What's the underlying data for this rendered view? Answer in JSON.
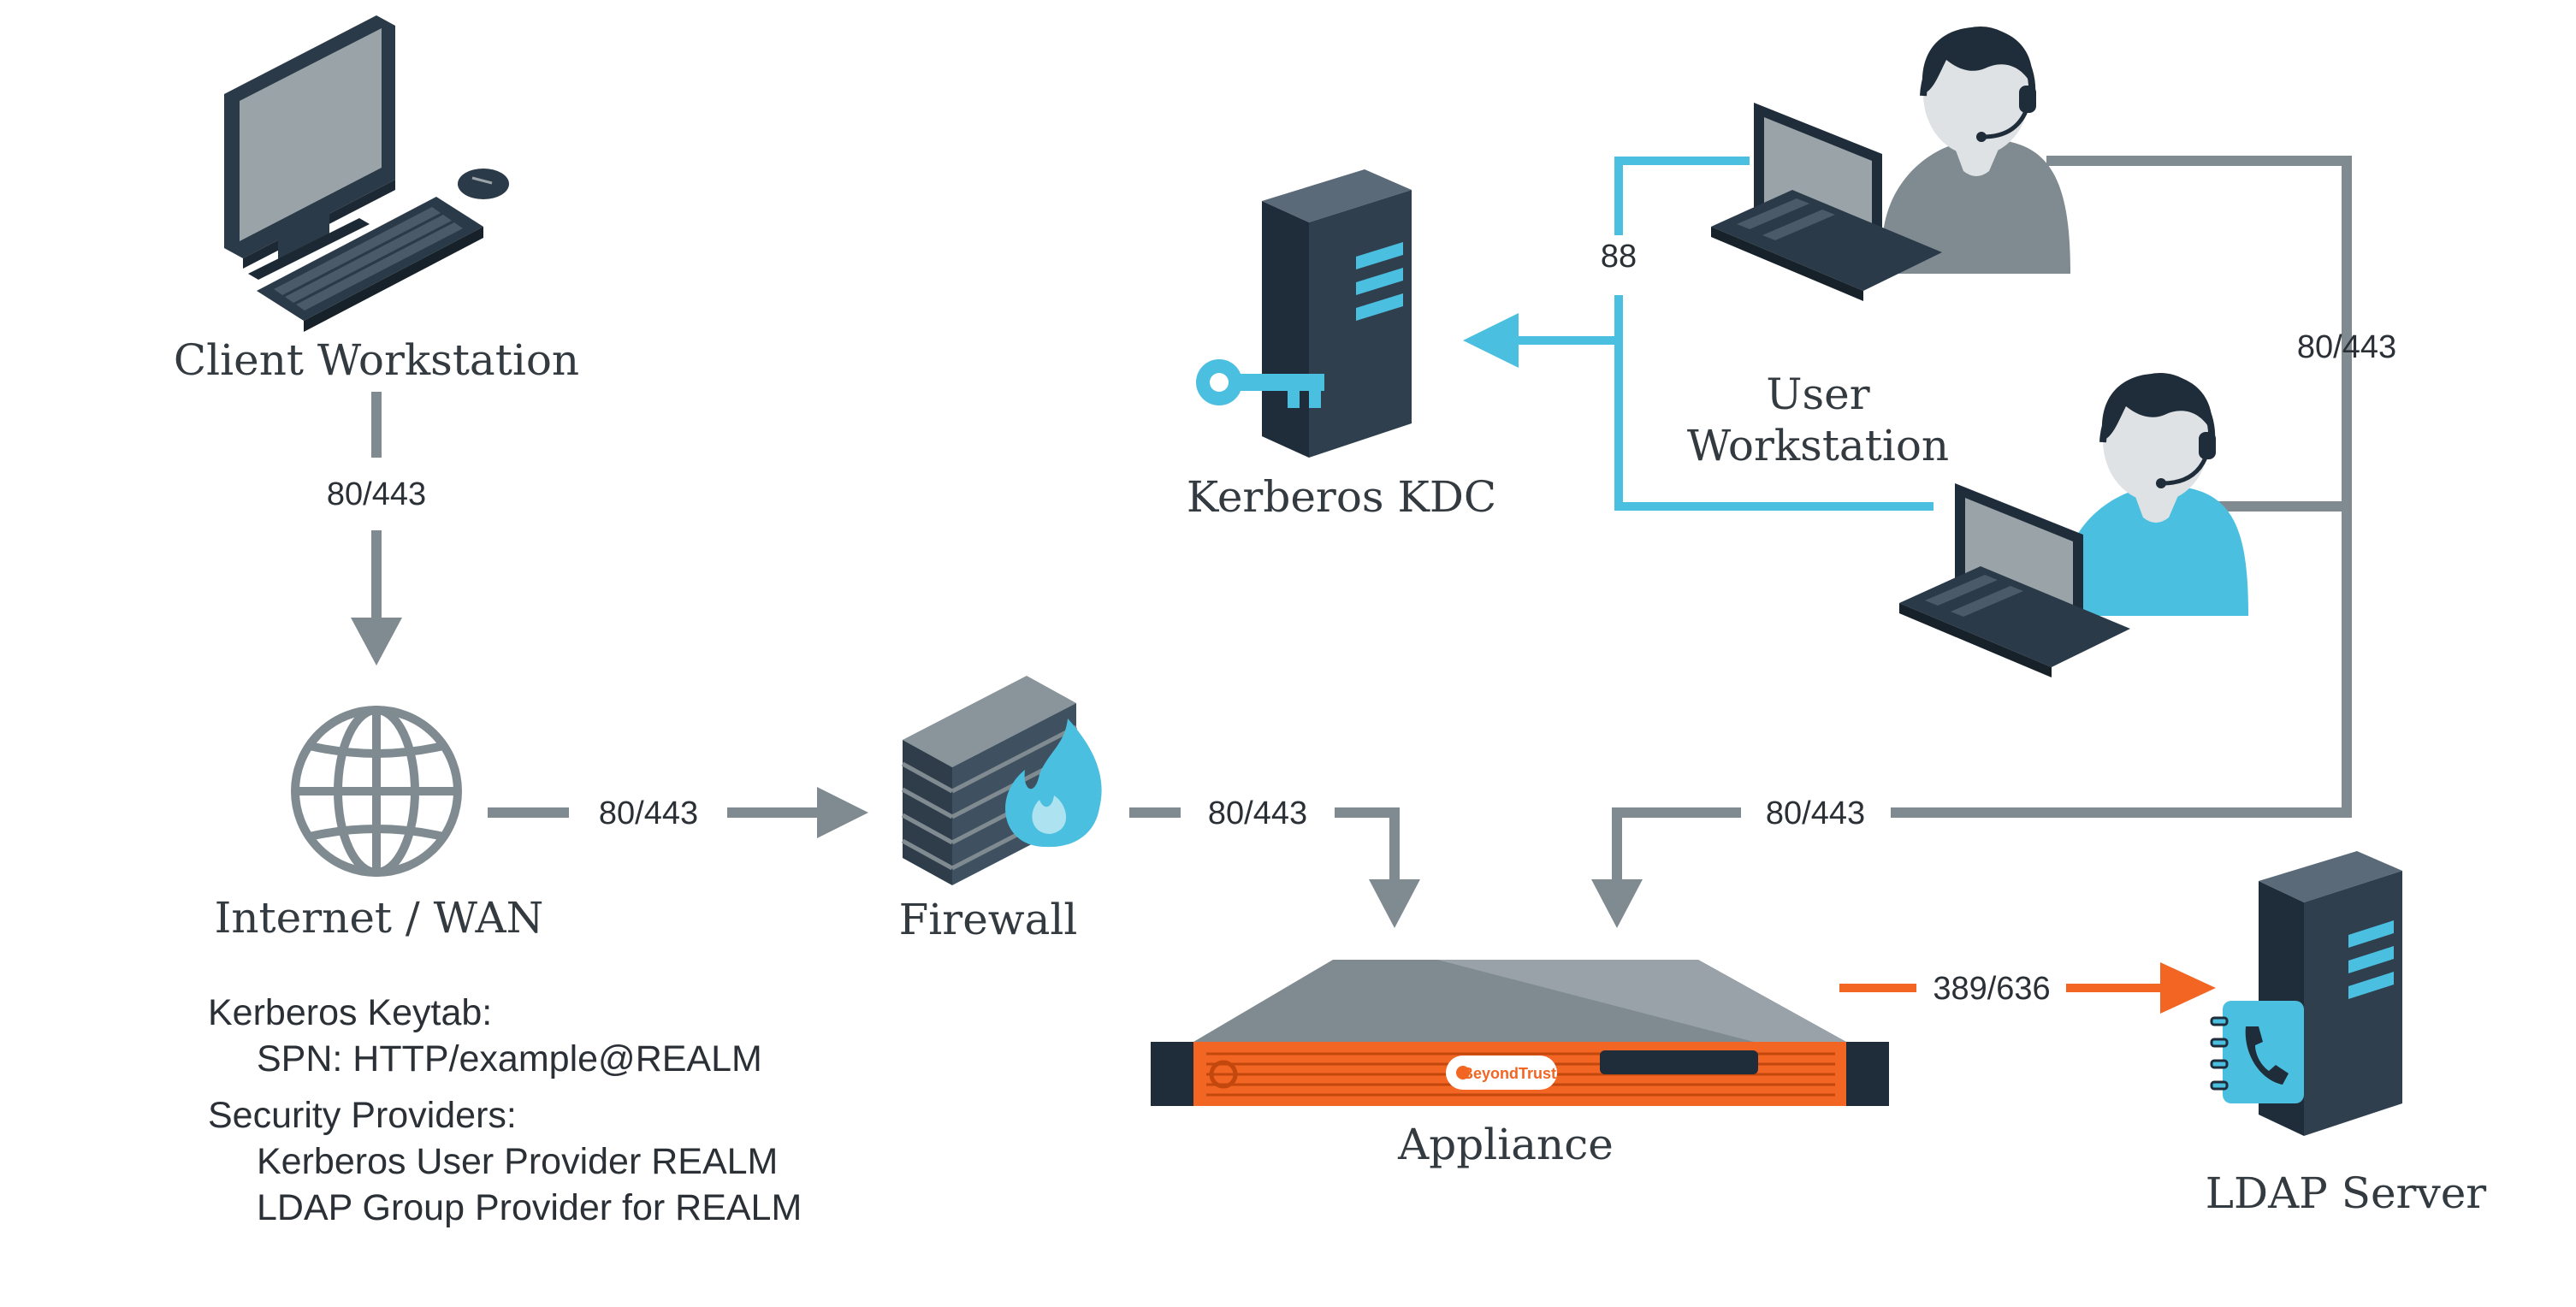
{
  "colors": {
    "gray_line": "#7f8b91",
    "blue_line": "#4bbfdf",
    "orange_line": "#f26522",
    "dark_navy": "#2a3a48",
    "appliance_orange": "#f26522"
  },
  "nodes": {
    "client_workstation": "Client Workstation",
    "internet": "Internet / WAN",
    "firewall": "Firewall",
    "appliance": "Appliance",
    "kerberos_kdc": "Kerberos KDC",
    "user_workstation_line1": "User",
    "user_workstation_line2": "Workstation",
    "ldap_server": "LDAP Server"
  },
  "appliance_brand": "BeyondTrust",
  "ports": {
    "client_to_internet": "80/443",
    "internet_to_firewall": "80/443",
    "firewall_to_appliance": "80/443",
    "users_to_appliance_bottom": "80/443",
    "users_to_appliance_right": "80/443",
    "users_to_kdc": "88",
    "appliance_to_ldap": "389/636"
  },
  "notes": {
    "keytab_heading": "Kerberos Keytab:",
    "keytab_spn": "SPN: HTTP/example@REALM",
    "providers_heading": "Security Providers:",
    "provider_1": "Kerberos User Provider REALM",
    "provider_2": "LDAP Group Provider for REALM"
  }
}
